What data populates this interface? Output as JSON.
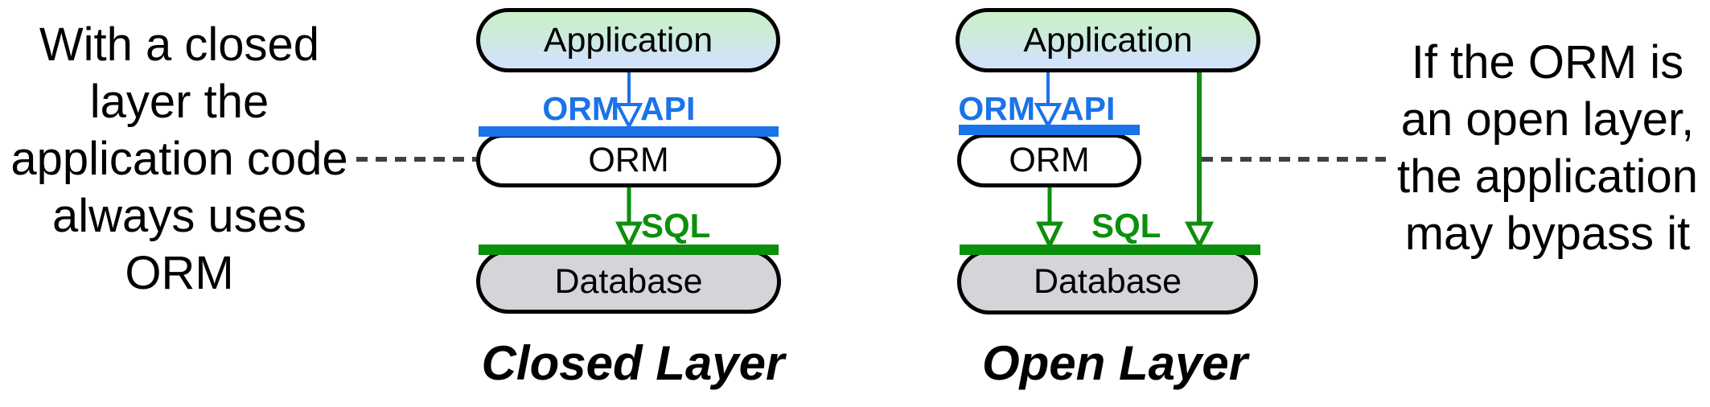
{
  "left_note": {
    "lines": [
      "With a closed",
      "layer the",
      "application code",
      "always uses",
      "ORM"
    ]
  },
  "right_note": {
    "lines": [
      "If the ORM is",
      "an open layer,",
      "the application",
      "may bypass it"
    ]
  },
  "closed_diagram": {
    "title": "Closed Layer",
    "application_label": "Application",
    "orm_label": "ORM",
    "database_label": "Database",
    "api_label_left": "ORM",
    "api_label_right": "API",
    "sql_label": "SQL"
  },
  "open_diagram": {
    "title": "Open Layer",
    "application_label": "Application",
    "orm_label": "ORM",
    "database_label": "Database",
    "api_label_left": "ORM",
    "api_label_right": "API",
    "sql_label": "SQL"
  },
  "colors": {
    "api_blue": "#1a73e8",
    "sql_green": "#0c8f0c",
    "dash_gray": "#3b4148",
    "application_gradient_top": "#c9f2c9",
    "application_gradient_bottom": "#d2e2fb",
    "database_fill": "#d5d5d9",
    "orm_fill": "#ffffff",
    "outline_black": "#000000"
  }
}
